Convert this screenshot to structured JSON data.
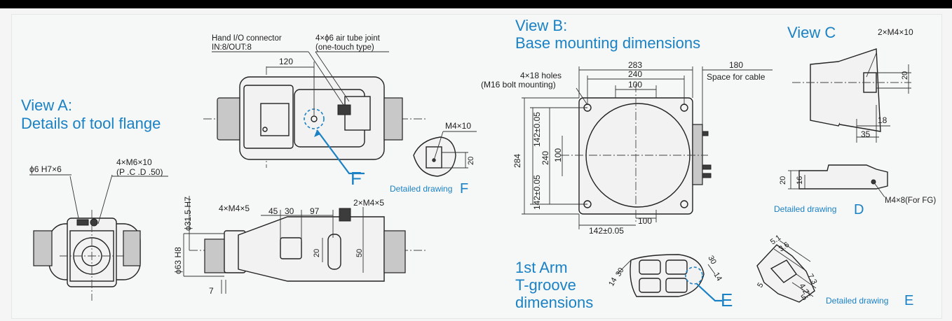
{
  "view_a": {
    "title_line1": "View A:",
    "title_line2": "Details of tool flange",
    "hand_io_label_line1": "Hand I/O connector",
    "hand_io_label_line2": "IN:8/OUT:8",
    "air_tube_label_line1": "4×ϕ6 air tube joint",
    "air_tube_label_line2": "(one-touch type)",
    "dim_120": "120",
    "phi6_label": "ϕ6 H7×6",
    "m6_label_line1": "4×M6×10",
    "m6_label_line2": "(P .C .D .50)",
    "callout_f": "F",
    "m4x5_label": "4×M4×5",
    "dim_45": "45",
    "dim_30": "30",
    "dim_97": "97",
    "m4x5_label_2": "2×M4×5",
    "dim_phi315": "ϕ31.5 H7",
    "dim_phi63": "ϕ63 H8",
    "dim_20": "20",
    "dim_50": "50",
    "dim_7": "7"
  },
  "detail_f": {
    "m4x10": "M4×10",
    "dim_20": "20",
    "caption": "Detailed drawing",
    "letter": "F"
  },
  "view_b": {
    "title_line1": "View B:",
    "title_line2": "Base mounting dimensions",
    "holes_line1": "4×18 holes",
    "holes_line2": "(M16 bolt mounting)",
    "dim_283": "283",
    "dim_240": "240",
    "dim_100": "100",
    "dim_180": "180",
    "space_label": "Space for cable",
    "dim_142_upper": "142±0.05",
    "dim_142_lower": "142±0.05",
    "dim_142_bottom": "142±0.05",
    "dim_284": "284",
    "dim_240_v": "240",
    "dim_100_v": "100",
    "dim_100_bottom": "100"
  },
  "view_c": {
    "title": "View C",
    "m4x10": "2×M4×10",
    "dim_20": "20",
    "dim_18": "18",
    "dim_35": "35"
  },
  "detail_d": {
    "dim_20": "20",
    "dim_16": "16",
    "m4x8": "M4×8(For FG)",
    "caption": "Detailed drawing",
    "letter": "D"
  },
  "first_arm": {
    "title_line1": "1st Arm",
    "title_line2": "T-groove",
    "title_line3": "dimensions",
    "dim_14": "14",
    "dim_30": "30",
    "dim_30_r": "30",
    "dim_14_r": "14",
    "callout_e": "E"
  },
  "detail_e": {
    "dim_51": "5.1",
    "dim_36": "3.6",
    "dim_73": "7.3",
    "dim_42": "4.2",
    "dim_5": "5",
    "dim_57": "5.7",
    "caption": "Detailed drawing",
    "letter": "E"
  },
  "colors": {
    "accent": "#1a82c4",
    "line": "#222222",
    "background": "#f6f7f7",
    "top_bar": "#000000"
  }
}
